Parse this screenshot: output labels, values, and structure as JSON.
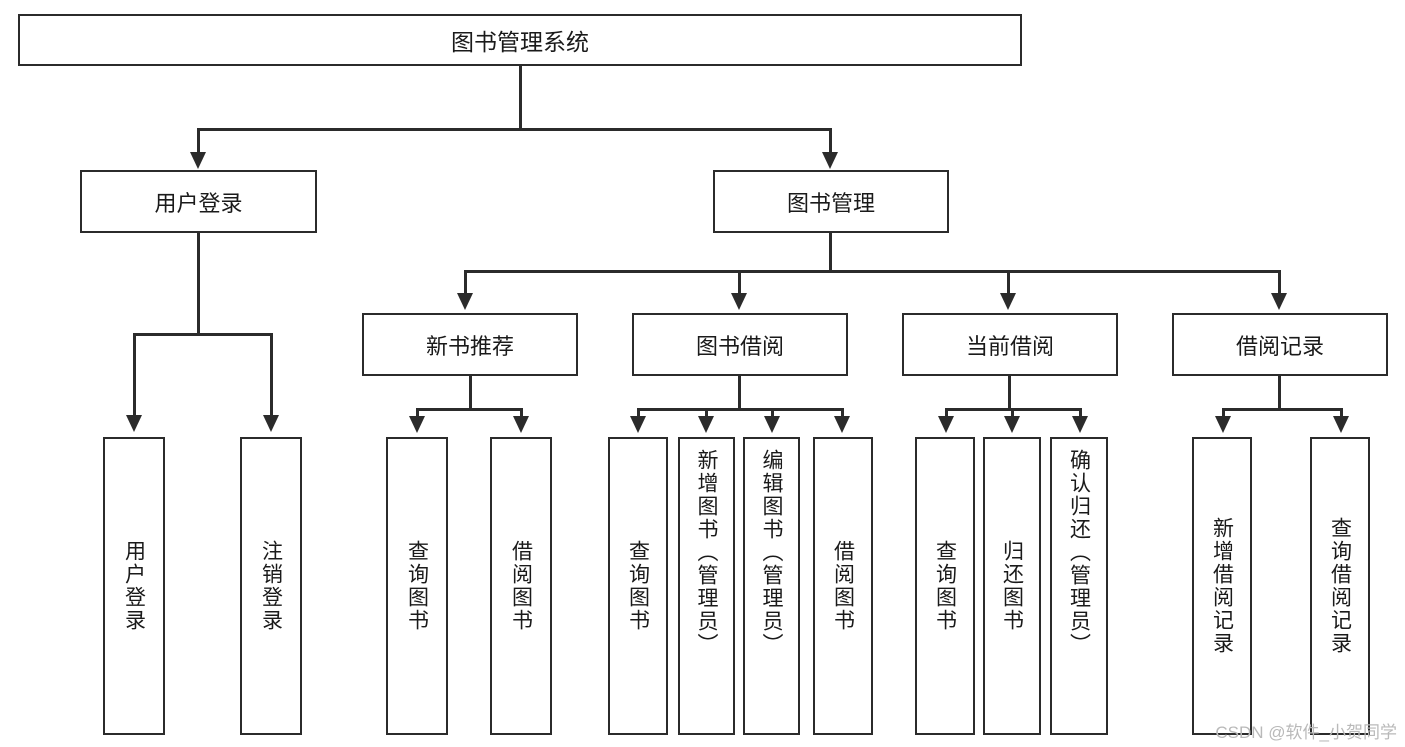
{
  "diagram": {
    "title": "图书管理系统",
    "type": "tree",
    "root": {
      "label": "图书管理系统"
    },
    "level2": [
      {
        "label": "用户登录"
      },
      {
        "label": "图书管理"
      }
    ],
    "level3": [
      {
        "label": "新书推荐"
      },
      {
        "label": "图书借阅"
      },
      {
        "label": "当前借阅"
      },
      {
        "label": "借阅记录"
      }
    ],
    "leaves": {
      "user_login": [
        {
          "label": "用户登录"
        },
        {
          "label": "注销登录"
        }
      ],
      "new_book": [
        {
          "label": "查询图书"
        },
        {
          "label": "借阅图书"
        }
      ],
      "book_borrow": [
        {
          "label": "查询图书"
        },
        {
          "label": "新增图书（管理员）"
        },
        {
          "label": "编辑图书（管理员）"
        },
        {
          "label": "借阅图书"
        }
      ],
      "current_borrow": [
        {
          "label": "查询图书"
        },
        {
          "label": "归还图书"
        },
        {
          "label": "确认归还（管理员）"
        }
      ],
      "borrow_record": [
        {
          "label": "新增借阅记录"
        },
        {
          "label": "查询借阅记录"
        }
      ]
    }
  },
  "watermark": {
    "text": "CSDN @软件_小贺同学"
  },
  "colors": {
    "stroke": "#2b2b2b",
    "fill": "#ffffff",
    "text": "#1a1a1a",
    "watermark": "#b9b9b9"
  }
}
